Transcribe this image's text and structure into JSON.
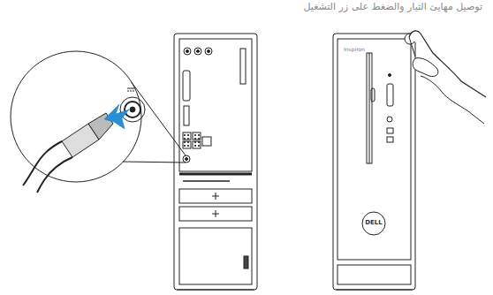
{
  "diagram": {
    "title": "توصيل مهايئ التيار والضغط على زر التشغيل",
    "labels": [
      "Inspiron",
      "DELL"
    ]
  }
}
